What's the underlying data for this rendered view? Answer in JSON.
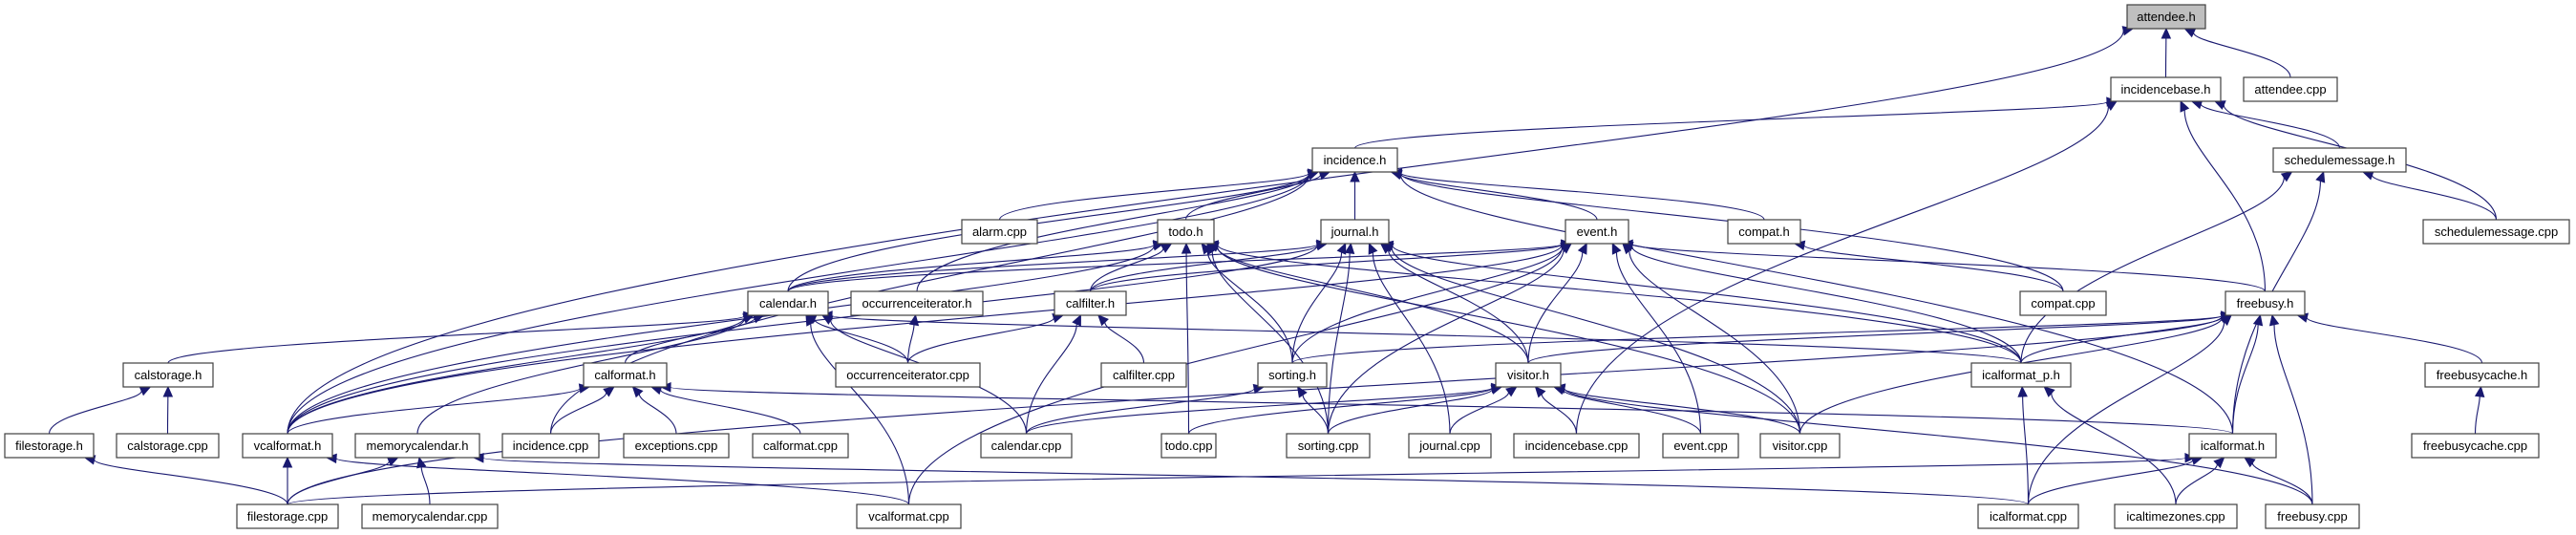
{
  "graph": {
    "title": "attendee.h include dependency graph",
    "root": "attendee.h",
    "colors": {
      "edge": "#191970",
      "node_border": "#404040",
      "root_fill": "#bfbfbf",
      "node_fill": "#ffffff"
    },
    "nodes": [
      {
        "id": "attendee_h",
        "label": "attendee.h"
      },
      {
        "id": "incidencebase_h",
        "label": "incidencebase.h"
      },
      {
        "id": "attendee_cpp",
        "label": "attendee.cpp"
      },
      {
        "id": "incidence_h",
        "label": "incidence.h"
      },
      {
        "id": "schedulemessage_h",
        "label": "schedulemessage.h"
      },
      {
        "id": "alarm_cpp",
        "label": "alarm.cpp"
      },
      {
        "id": "todo_h",
        "label": "todo.h"
      },
      {
        "id": "journal_h",
        "label": "journal.h"
      },
      {
        "id": "event_h",
        "label": "event.h"
      },
      {
        "id": "compat_h",
        "label": "compat.h"
      },
      {
        "id": "schedulemessage_cpp",
        "label": "schedulemessage.cpp"
      },
      {
        "id": "calendar_h",
        "label": "calendar.h"
      },
      {
        "id": "occurrenceiterator_h",
        "label": "occurrenceiterator.h"
      },
      {
        "id": "calfilter_h",
        "label": "calfilter.h"
      },
      {
        "id": "compat_cpp",
        "label": "compat.cpp"
      },
      {
        "id": "freebusy_h",
        "label": "freebusy.h"
      },
      {
        "id": "calstorage_h",
        "label": "calstorage.h"
      },
      {
        "id": "calformat_h",
        "label": "calformat.h"
      },
      {
        "id": "occurrenceiterator_cpp",
        "label": "occurrenceiterator.cpp"
      },
      {
        "id": "calfilter_cpp",
        "label": "calfilter.cpp"
      },
      {
        "id": "sorting_h",
        "label": "sorting.h"
      },
      {
        "id": "visitor_h",
        "label": "visitor.h"
      },
      {
        "id": "icalformat_p_h",
        "label": "icalformat_p.h"
      },
      {
        "id": "freebusycache_h",
        "label": "freebusycache.h"
      },
      {
        "id": "filestorage_h",
        "label": "filestorage.h"
      },
      {
        "id": "calstorage_cpp",
        "label": "calstorage.cpp"
      },
      {
        "id": "vcalformat_h",
        "label": "vcalformat.h"
      },
      {
        "id": "memorycalendar_h",
        "label": "memorycalendar.h"
      },
      {
        "id": "incidence_cpp",
        "label": "incidence.cpp"
      },
      {
        "id": "exceptions_cpp",
        "label": "exceptions.cpp"
      },
      {
        "id": "calformat_cpp",
        "label": "calformat.cpp"
      },
      {
        "id": "calendar_cpp",
        "label": "calendar.cpp"
      },
      {
        "id": "todo_cpp",
        "label": "todo.cpp"
      },
      {
        "id": "sorting_cpp",
        "label": "sorting.cpp"
      },
      {
        "id": "journal_cpp",
        "label": "journal.cpp"
      },
      {
        "id": "incidencebase_cpp",
        "label": "incidencebase.cpp"
      },
      {
        "id": "event_cpp",
        "label": "event.cpp"
      },
      {
        "id": "visitor_cpp",
        "label": "visitor.cpp"
      },
      {
        "id": "icalformat_h",
        "label": "icalformat.h"
      },
      {
        "id": "freebusycache_cpp",
        "label": "freebusycache.cpp"
      },
      {
        "id": "filestorage_cpp",
        "label": "filestorage.cpp"
      },
      {
        "id": "memorycalendar_cpp",
        "label": "memorycalendar.cpp"
      },
      {
        "id": "vcalformat_cpp",
        "label": "vcalformat.cpp"
      },
      {
        "id": "icalformat_cpp",
        "label": "icalformat.cpp"
      },
      {
        "id": "icaltimezones_cpp",
        "label": "icaltimezones.cpp"
      },
      {
        "id": "freebusy_cpp",
        "label": "freebusy.cpp"
      }
    ],
    "edges": [
      [
        "incidencebase_h",
        "attendee_h"
      ],
      [
        "attendee_cpp",
        "attendee_h"
      ],
      [
        "vcalformat_h",
        "attendee_h"
      ],
      [
        "incidence_h",
        "incidencebase_h"
      ],
      [
        "schedulemessage_h",
        "incidencebase_h"
      ],
      [
        "schedulemessage_cpp",
        "incidencebase_h"
      ],
      [
        "freebusy_h",
        "incidencebase_h"
      ],
      [
        "incidencebase_cpp",
        "incidencebase_h"
      ],
      [
        "alarm_cpp",
        "incidence_h"
      ],
      [
        "todo_h",
        "incidence_h"
      ],
      [
        "journal_h",
        "incidence_h"
      ],
      [
        "event_h",
        "incidence_h"
      ],
      [
        "compat_h",
        "incidence_h"
      ],
      [
        "calendar_h",
        "incidence_h"
      ],
      [
        "occurrenceiterator_h",
        "incidence_h"
      ],
      [
        "compat_cpp",
        "incidence_h"
      ],
      [
        "incidence_cpp",
        "incidence_h"
      ],
      [
        "icalformat_h",
        "incidence_h"
      ],
      [
        "vcalformat_h",
        "incidence_h"
      ],
      [
        "schedulemessage_cpp",
        "schedulemessage_h"
      ],
      [
        "icalformat_p_h",
        "schedulemessage_h"
      ],
      [
        "icalformat_h",
        "schedulemessage_h"
      ],
      [
        "calendar_h",
        "todo_h"
      ],
      [
        "calfilter_h",
        "todo_h"
      ],
      [
        "sorting_h",
        "todo_h"
      ],
      [
        "visitor_h",
        "todo_h"
      ],
      [
        "todo_cpp",
        "todo_h"
      ],
      [
        "sorting_cpp",
        "todo_h"
      ],
      [
        "vcalformat_h",
        "todo_h"
      ],
      [
        "visitor_cpp",
        "todo_h"
      ],
      [
        "icalformat_p_h",
        "todo_h"
      ],
      [
        "calendar_h",
        "journal_h"
      ],
      [
        "calfilter_h",
        "journal_h"
      ],
      [
        "sorting_h",
        "journal_h"
      ],
      [
        "visitor_h",
        "journal_h"
      ],
      [
        "journal_cpp",
        "journal_h"
      ],
      [
        "sorting_cpp",
        "journal_h"
      ],
      [
        "vcalformat_h",
        "journal_h"
      ],
      [
        "visitor_cpp",
        "journal_h"
      ],
      [
        "icalformat_p_h",
        "journal_h"
      ],
      [
        "calendar_h",
        "event_h"
      ],
      [
        "calfilter_h",
        "event_h"
      ],
      [
        "freebusy_h",
        "event_h"
      ],
      [
        "sorting_h",
        "event_h"
      ],
      [
        "visitor_h",
        "event_h"
      ],
      [
        "event_cpp",
        "event_h"
      ],
      [
        "sorting_cpp",
        "event_h"
      ],
      [
        "vcalformat_h",
        "event_h"
      ],
      [
        "visitor_cpp",
        "event_h"
      ],
      [
        "icalformat_p_h",
        "event_h"
      ],
      [
        "vcalformat_cpp",
        "event_h"
      ],
      [
        "compat_cpp",
        "compat_h"
      ],
      [
        "calstorage_h",
        "calendar_h"
      ],
      [
        "calformat_h",
        "calendar_h"
      ],
      [
        "occurrenceiterator_cpp",
        "calendar_h"
      ],
      [
        "calfilter_cpp",
        "calfilter_h"
      ],
      [
        "calendar_cpp",
        "calendar_h"
      ],
      [
        "memorycalendar_h",
        "calendar_h"
      ],
      [
        "vcalformat_h",
        "calendar_h"
      ],
      [
        "vcalformat_cpp",
        "calendar_h"
      ],
      [
        "icalformat_p_h",
        "calendar_h"
      ],
      [
        "occurrenceiterator_cpp",
        "occurrenceiterator_h"
      ],
      [
        "occurrenceiterator_cpp",
        "calfilter_h"
      ],
      [
        "calendar_cpp",
        "calfilter_h"
      ],
      [
        "sorting_h",
        "freebusy_h"
      ],
      [
        "visitor_h",
        "freebusy_h"
      ],
      [
        "icalformat_p_h",
        "freebusy_h"
      ],
      [
        "freebusycache_h",
        "freebusy_h"
      ],
      [
        "icalformat_h",
        "freebusy_h"
      ],
      [
        "icalformat_cpp",
        "freebusy_h"
      ],
      [
        "visitor_cpp",
        "freebusy_h"
      ],
      [
        "freebusy_cpp",
        "freebusy_h"
      ],
      [
        "filestorage_cpp",
        "freebusy_h"
      ],
      [
        "filestorage_h",
        "calstorage_h"
      ],
      [
        "calstorage_cpp",
        "calstorage_h"
      ],
      [
        "vcalformat_h",
        "calformat_h"
      ],
      [
        "incidence_cpp",
        "calformat_h"
      ],
      [
        "exceptions_cpp",
        "calformat_h"
      ],
      [
        "calformat_cpp",
        "calformat_h"
      ],
      [
        "icalformat_h",
        "calformat_h"
      ],
      [
        "calendar_cpp",
        "sorting_h"
      ],
      [
        "sorting_cpp",
        "sorting_h"
      ],
      [
        "calendar_cpp",
        "visitor_h"
      ],
      [
        "todo_cpp",
        "visitor_h"
      ],
      [
        "journal_cpp",
        "visitor_h"
      ],
      [
        "incidencebase_cpp",
        "visitor_h"
      ],
      [
        "event_cpp",
        "visitor_h"
      ],
      [
        "visitor_cpp",
        "visitor_h"
      ],
      [
        "sorting_cpp",
        "visitor_h"
      ],
      [
        "freebusy_cpp",
        "visitor_h"
      ],
      [
        "icalformat_cpp",
        "icalformat_p_h"
      ],
      [
        "icaltimezones_cpp",
        "icalformat_p_h"
      ],
      [
        "freebusycache_cpp",
        "freebusycache_h"
      ],
      [
        "filestorage_cpp",
        "filestorage_h"
      ],
      [
        "filestorage_cpp",
        "vcalformat_h"
      ],
      [
        "vcalformat_cpp",
        "vcalformat_h"
      ],
      [
        "filestorage_cpp",
        "memorycalendar_h"
      ],
      [
        "memorycalendar_cpp",
        "memorycalendar_h"
      ],
      [
        "icalformat_cpp",
        "memorycalendar_h"
      ],
      [
        "icalformat_cpp",
        "icalformat_h"
      ],
      [
        "icaltimezones_cpp",
        "icalformat_h"
      ],
      [
        "freebusy_cpp",
        "icalformat_h"
      ],
      [
        "filestorage_cpp",
        "icalformat_h"
      ]
    ]
  }
}
